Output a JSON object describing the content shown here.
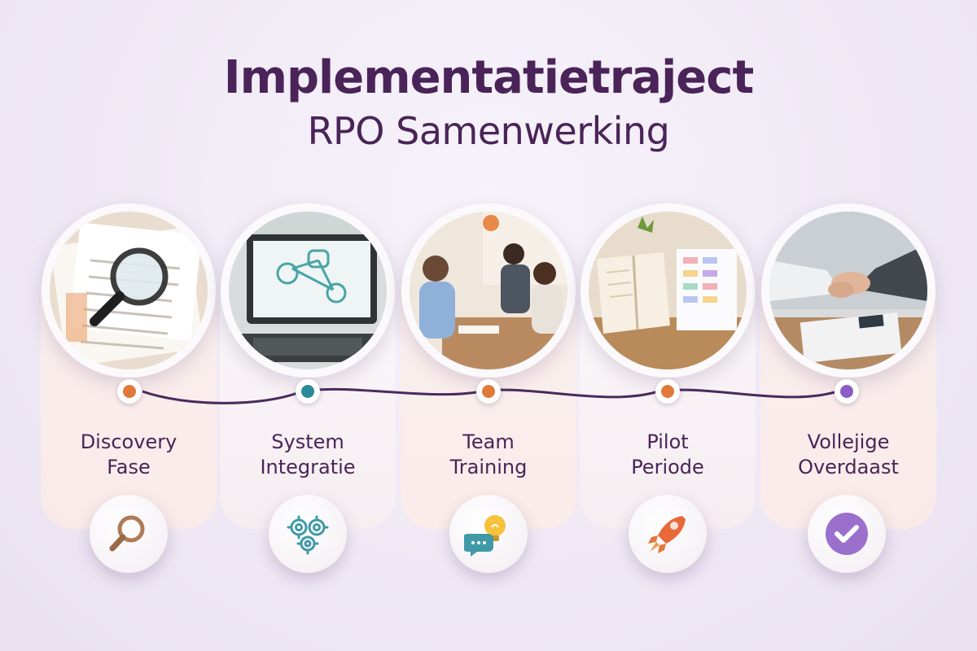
{
  "title": {
    "line1": "Implementatietraject",
    "line2": "RPO Samenwerking"
  },
  "colors": {
    "title": "#4a2458",
    "line": "#4a2a5c",
    "orange": "#e07a3a",
    "teal": "#2b8a9a",
    "purple": "#8a5cc4"
  },
  "steps": [
    {
      "line1": "Discovery",
      "line2": "Fase",
      "dot_color": "#e07a3a",
      "icon": "magnifier-icon"
    },
    {
      "line1": "System",
      "line2": "Integratie",
      "dot_color": "#2b8a9a",
      "icon": "gears-icon"
    },
    {
      "line1": "Team",
      "line2": "Training",
      "dot_color": "#e07a3a",
      "icon": "chat-lightbulb-icon"
    },
    {
      "line1": "Pilot",
      "line2": "Periode",
      "dot_color": "#e07a3a",
      "icon": "rocket-icon"
    },
    {
      "line1": "Volleјige",
      "line2": "Overdaast",
      "dot_color": "#8a5cc4",
      "icon": "checkmark-icon"
    }
  ]
}
